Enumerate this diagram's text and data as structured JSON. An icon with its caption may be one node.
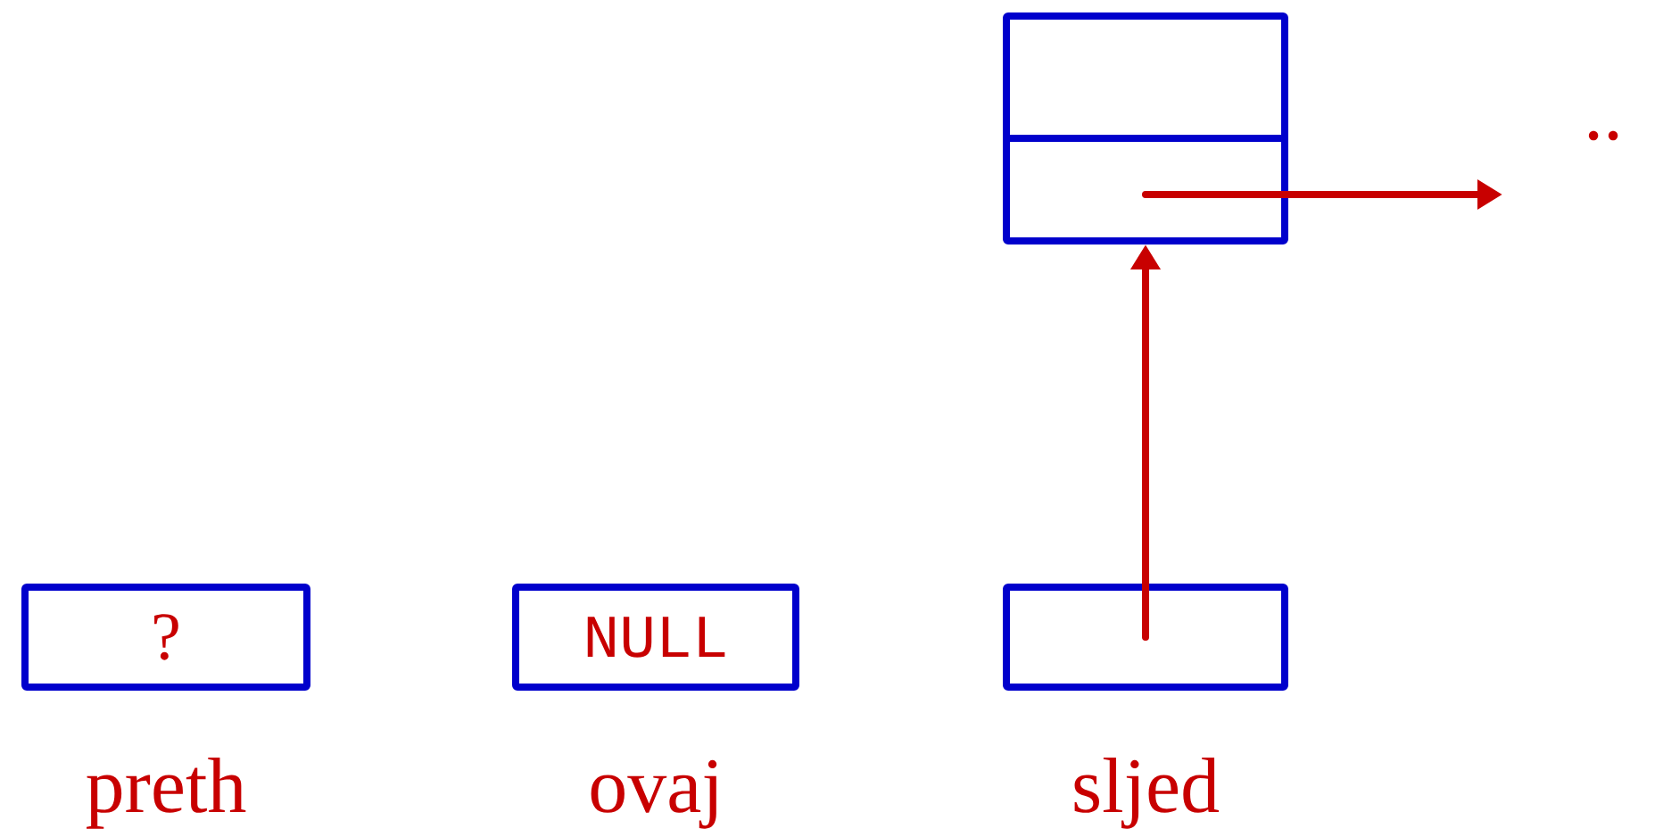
{
  "diagram": {
    "nodes": [
      {
        "text": [
          "?"
        ],
        "beside": [
          "preth"
        ]
      },
      {
        "text": [
          "NULL"
        ],
        "beside": [
          "ovaj"
        ]
      },
      {
        "text": [],
        "shape": "box",
        "beside": [
          "sljed"
        ]
      },
      {
        "text": [],
        "shape": "box"
      }
    ],
    "edges": [
      {
        "from": 2,
        "to": 3,
        "arrow": "to"
      },
      {
        "from": 3,
        "to": null,
        "arrow": "to"
      }
    ],
    "labels": [
      ".."
    ]
  }
}
